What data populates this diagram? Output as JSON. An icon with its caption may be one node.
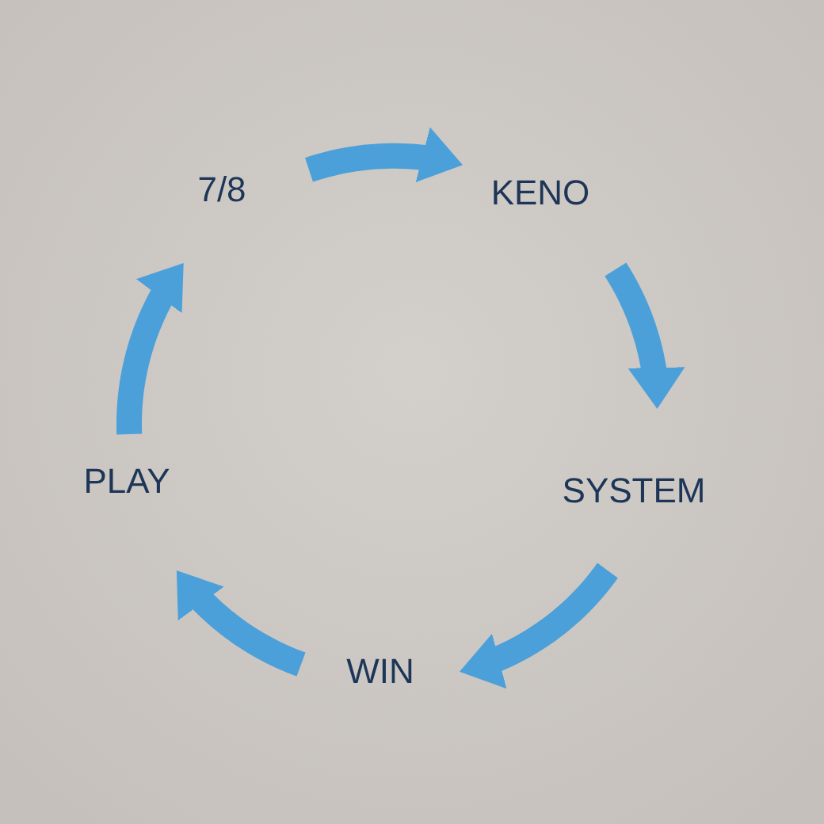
{
  "diagram": {
    "nodes": [
      {
        "text": [
          "7/8"
        ]
      },
      {
        "text": [
          "KENO"
        ]
      },
      {
        "text": [
          "SYSTEM"
        ]
      },
      {
        "text": [
          "WIN"
        ]
      },
      {
        "text": [
          "PLAY"
        ]
      }
    ],
    "edges": [
      {
        "from": 0,
        "to": 1,
        "arrow": "to"
      },
      {
        "from": 1,
        "to": 2,
        "arrow": "to"
      },
      {
        "from": 2,
        "to": 3,
        "arrow": "to"
      },
      {
        "from": 3,
        "to": 4,
        "arrow": "to"
      },
      {
        "from": 4,
        "to": 0,
        "arrow": "to"
      }
    ]
  }
}
